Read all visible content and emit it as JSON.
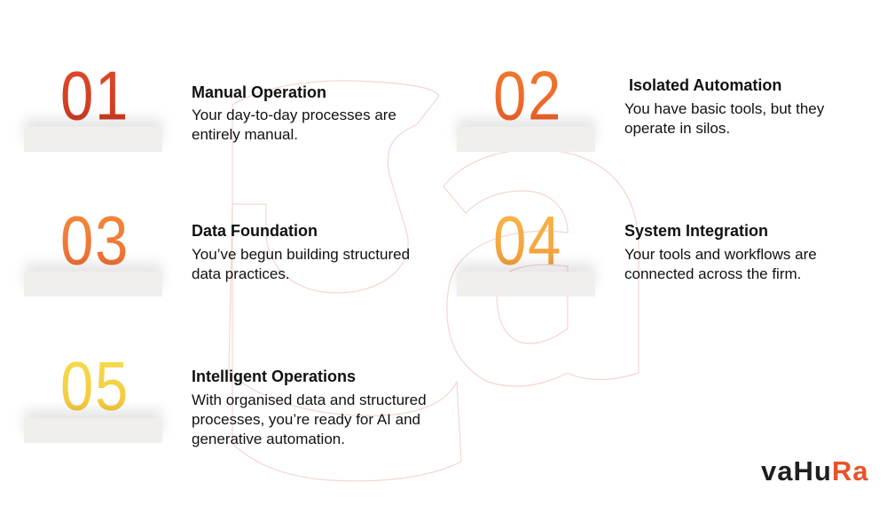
{
  "brand": {
    "name_dark": "vaHu",
    "name_accent": "Ra",
    "dark_color": "#1f1f1f",
    "accent_color": "#e8522a"
  },
  "steps": [
    {
      "number": "01",
      "title": "Manual Operation",
      "description": "Your day-to-day processes are entirely manual.",
      "gradient": [
        "#e0492a",
        "#c9381f"
      ]
    },
    {
      "number": "02",
      "title": "Isolated Automation",
      "description": "You have basic tools, but they operate in silos.",
      "gradient": [
        "#f07a2c",
        "#ea5d2a"
      ]
    },
    {
      "number": "03",
      "title": "Data Foundation",
      "description": "You’ve begun building structured data practices.",
      "gradient": [
        "#f28a3a",
        "#ee6a33"
      ]
    },
    {
      "number": "04",
      "title": "System Integration",
      "description": "Your tools and workflows are connected across the firm.",
      "gradient": [
        "#f7b84a",
        "#f19a3a"
      ]
    },
    {
      "number": "05",
      "title": "Intelligent Operations",
      "description": "With organised data and structured processes, you’re ready for AI and generative automation.",
      "gradient": [
        "#f6dc4a",
        "#f3c53c"
      ]
    }
  ]
}
